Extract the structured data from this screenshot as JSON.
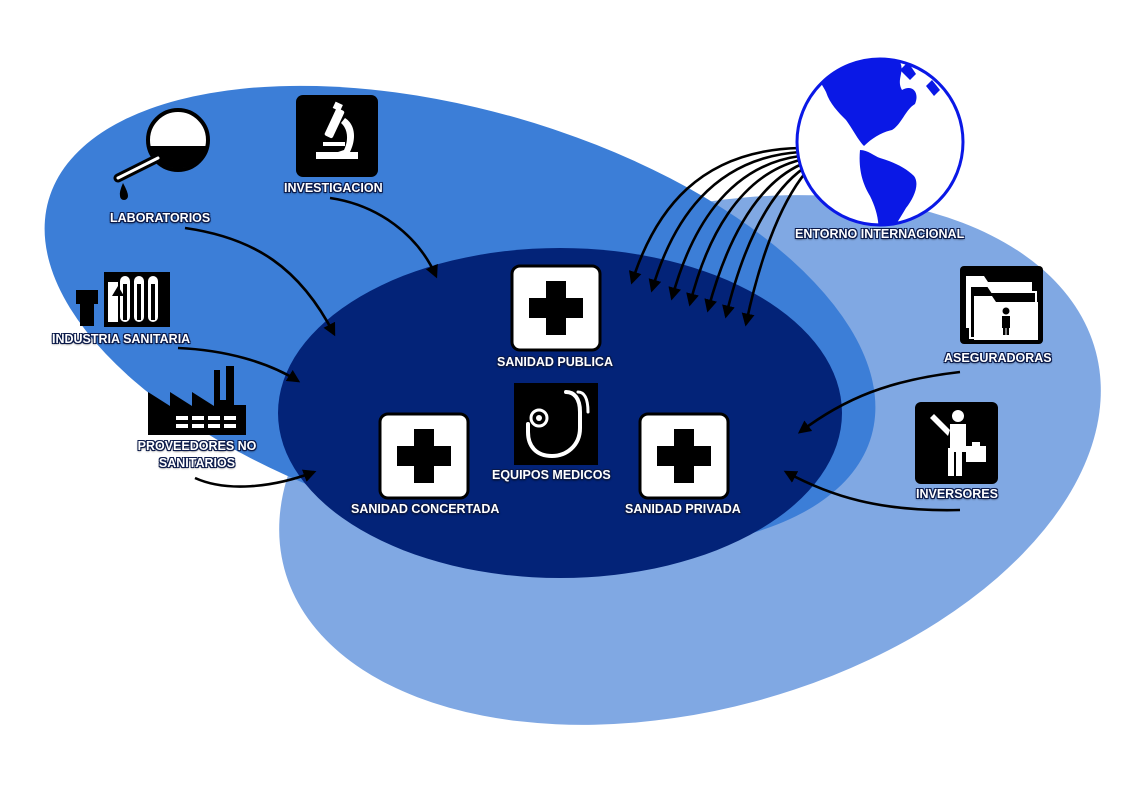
{
  "colors": {
    "background": "#ffffff",
    "outer_light": "#80a8e3",
    "outer_mid": "#3c7ed7",
    "inner_dark": "#032378",
    "icon_bg": "#000000",
    "cross_card": "#ffffff",
    "cross": "#000000",
    "globe_land": "#0a18e6",
    "arrow": "#000000"
  },
  "labels": {
    "laboratorios": "LABORATORIOS",
    "investigacion": "INVESTIGACION",
    "industria_sanitaria": "INDUSTRIA SANITARIA",
    "proveedores": "PROVEEDORES NO SANITARIOS",
    "entorno_internacional": "ENTORNO INTERNACIONAL",
    "aseguradoras": "ASEGURADORAS",
    "inversores": "INVERSORES",
    "sanidad_publica": "SANIDAD PUBLICA",
    "equipos_medicos": "EQUIPOS MEDICOS",
    "sanidad_concertada": "SANIDAD CONCERTADA",
    "sanidad_privada": "SANIDAD PRIVADA"
  },
  "icons": {
    "laboratorios": "flask-icon",
    "investigacion": "microscope-icon",
    "industria_sanitaria": "industry-icon",
    "proveedores": "factory-icon",
    "entorno_internacional": "globe-icon",
    "aseguradoras": "folders-icon",
    "inversores": "investor-icon",
    "sanidad_publica": "medical-cross-icon",
    "equipos_medicos": "stethoscope-icon",
    "sanidad_concertada": "medical-cross-icon",
    "sanidad_privada": "medical-cross-icon"
  }
}
